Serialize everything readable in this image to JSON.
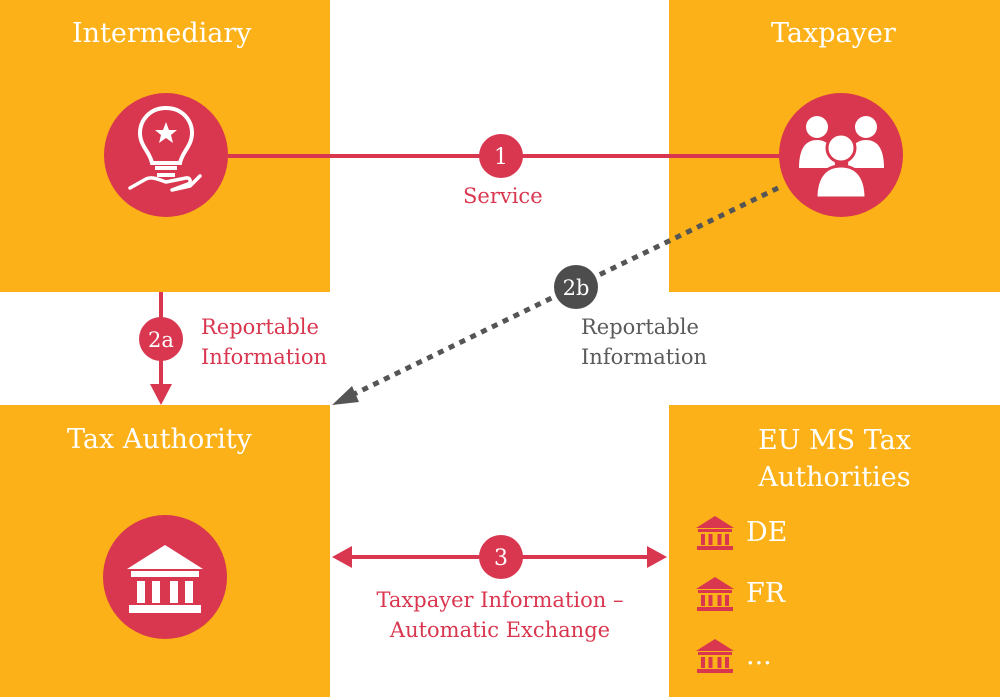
{
  "boxes": {
    "intermediary": "Intermediary",
    "taxpayer": "Taxpayer",
    "tax_authority": "Tax Authority",
    "eu_authorities": [
      "EU MS Tax",
      "Authorities"
    ]
  },
  "flows": {
    "f1": {
      "step": "1",
      "label": "Service"
    },
    "f2a": {
      "step": "2a",
      "label": [
        "Reportable",
        "Information"
      ]
    },
    "f2b": {
      "step": "2b",
      "label": [
        "Reportable",
        "Information"
      ]
    },
    "f3": {
      "step": "3",
      "label": [
        "Taxpayer Information –",
        "Automatic Exchange"
      ]
    }
  },
  "countries": [
    "DE",
    "FR",
    "..."
  ],
  "icons": {
    "intermediary": "lightbulb-hand-icon",
    "taxpayer": "people-group-icon",
    "tax_authority": "bank-building-icon",
    "country": "bank-building-icon"
  },
  "colors": {
    "box": "#FBB117",
    "accent": "#D9374F",
    "dashed": "#555555",
    "background": "#FFFFFF"
  }
}
